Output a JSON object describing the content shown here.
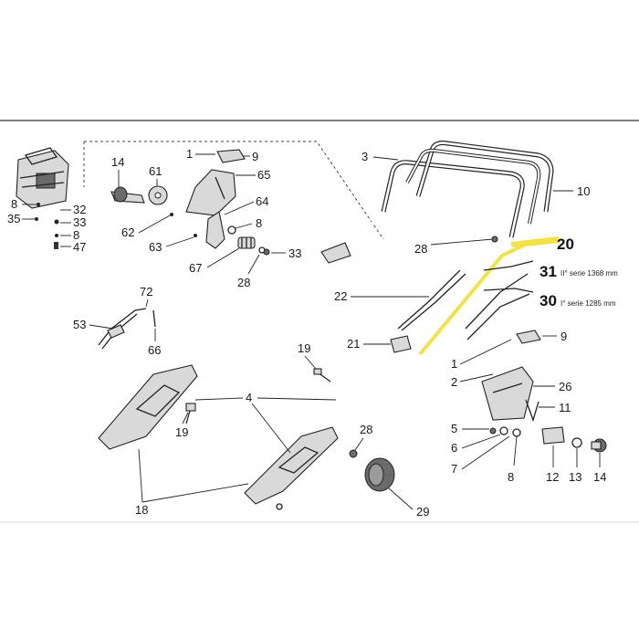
{
  "callouts": {
    "c1_top": "1",
    "c9_top": "9",
    "c14_top": "14",
    "c61": "61",
    "c65": "65",
    "c64": "64",
    "c62": "62",
    "c8_top": "8",
    "c63": "63",
    "c67": "67",
    "c28_top": "28",
    "c33_top": "33",
    "c3": "3",
    "c10": "10",
    "c28_mid": "28",
    "c20": "20",
    "c31": "31",
    "c30": "30",
    "c22": "22",
    "c21": "21",
    "c1_right": "1",
    "c9_right": "9",
    "c2": "2",
    "c26": "26",
    "c11": "11",
    "c5": "5",
    "c6": "6",
    "c7": "7",
    "c8_bottom": "8",
    "c12": "12",
    "c13": "13",
    "c14_bottom": "14",
    "c19_mid": "19",
    "c4": "4",
    "c19_left": "19",
    "c28_bottom": "28",
    "c29": "29",
    "c18": "18",
    "c72": "72",
    "c53": "53",
    "c66": "66",
    "c8_engine": "8",
    "c35": "35",
    "c32": "32",
    "c33_engine": "33",
    "c8_engine2": "8",
    "c47": "47"
  },
  "notes": {
    "n31": "II° serie 1368 mm",
    "n30": "I° serie 1285 mm"
  },
  "highlight_color": "#f2e24a"
}
